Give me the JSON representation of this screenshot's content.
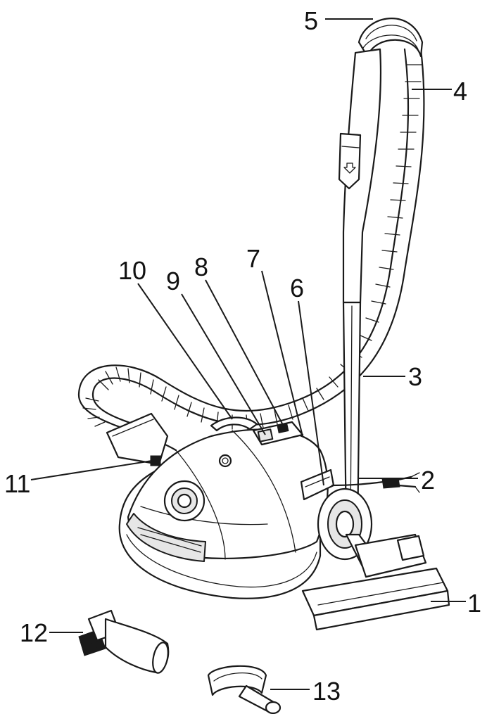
{
  "callouts": [
    {
      "id": "c1",
      "label": "1"
    },
    {
      "id": "c2",
      "label": "2"
    },
    {
      "id": "c3",
      "label": "3"
    },
    {
      "id": "c4",
      "label": "4"
    },
    {
      "id": "c5",
      "label": "5"
    },
    {
      "id": "c6",
      "label": "6"
    },
    {
      "id": "c7",
      "label": "7"
    },
    {
      "id": "c8",
      "label": "8"
    },
    {
      "id": "c9",
      "label": "9"
    },
    {
      "id": "c10",
      "label": "10"
    },
    {
      "id": "c11",
      "label": "11"
    },
    {
      "id": "c12",
      "label": "12"
    },
    {
      "id": "c13",
      "label": "13"
    }
  ],
  "icons": {
    "handle_release": "arrow-down-icon"
  },
  "colors": {
    "line": "#1a1a1a",
    "background": "#ffffff"
  }
}
